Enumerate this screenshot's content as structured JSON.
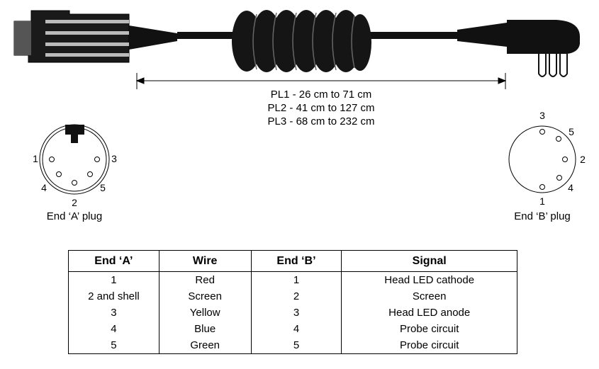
{
  "cable": {
    "length_lines": [
      "PL1 - 26 cm to 71 cm",
      "PL2 - 41 cm to 127 cm",
      "PL3 - 68 cm to 232 cm"
    ]
  },
  "end_a": {
    "caption": "End ‘A’ plug",
    "pins": [
      "1",
      "2",
      "3",
      "4",
      "5"
    ]
  },
  "end_b": {
    "caption": "End ‘B’ plug",
    "pins": [
      "1",
      "2",
      "3",
      "4",
      "5"
    ]
  },
  "table": {
    "headers": [
      "End ‘A’",
      "Wire",
      "End ‘B’",
      "Signal"
    ],
    "rows": [
      [
        "1",
        "Red",
        "1",
        "Head LED cathode"
      ],
      [
        "2 and shell",
        "Screen",
        "2",
        "Screen"
      ],
      [
        "3",
        "Yellow",
        "3",
        "Head LED anode"
      ],
      [
        "4",
        "Blue",
        "4",
        "Probe circuit"
      ],
      [
        "5",
        "Green",
        "5",
        "Probe circuit"
      ]
    ]
  }
}
